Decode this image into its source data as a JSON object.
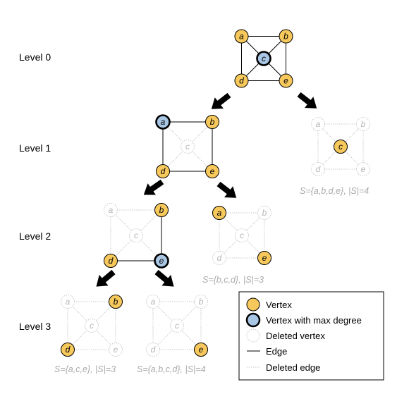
{
  "levels": [
    "Level 0",
    "Level 1",
    "Level 2",
    "Level 3"
  ],
  "colors": {
    "vertex": "#f7c95c",
    "max_degree": "#a9c6e4",
    "deleted": "#c8c8c8",
    "edge": "#000000"
  },
  "vertex_labels": [
    "a",
    "b",
    "c",
    "d",
    "e"
  ],
  "graphs": [
    {
      "id": "g0",
      "states": {
        "a": "v",
        "b": "v",
        "c": "m",
        "d": "v",
        "e": "v"
      },
      "caption": ""
    },
    {
      "id": "g1",
      "states": {
        "a": "m",
        "b": "v",
        "c": "x",
        "d": "v",
        "e": "v"
      },
      "caption": ""
    },
    {
      "id": "g1r",
      "states": {
        "a": "x",
        "b": "x",
        "c": "v",
        "d": "x",
        "e": "x"
      },
      "caption": "S={a,b,d,e}, |S|=4"
    },
    {
      "id": "g2l",
      "states": {
        "a": "x",
        "b": "v",
        "c": "x",
        "d": "v",
        "e": "m"
      },
      "caption": ""
    },
    {
      "id": "g2r",
      "states": {
        "a": "v",
        "b": "x",
        "c": "x",
        "d": "x",
        "e": "v"
      },
      "caption": "S={b,c,d}, |S|=3"
    },
    {
      "id": "g3l",
      "states": {
        "a": "x",
        "b": "v",
        "c": "x",
        "d": "v",
        "e": "x"
      },
      "caption": "S={a,c,e}, |S|=3"
    },
    {
      "id": "g3r",
      "states": {
        "a": "x",
        "b": "x",
        "c": "x",
        "d": "x",
        "e": "v"
      },
      "caption": "S={a,b,c,d}, |S|=4"
    }
  ],
  "edges": [
    [
      "a",
      "b"
    ],
    [
      "a",
      "d"
    ],
    [
      "b",
      "e"
    ],
    [
      "d",
      "e"
    ],
    [
      "a",
      "c"
    ],
    [
      "b",
      "c"
    ],
    [
      "c",
      "d"
    ],
    [
      "c",
      "e"
    ]
  ],
  "legend": {
    "vertex": "Vertex",
    "max_degree": "Vertex with max degree",
    "deleted_vertex": "Deleted vertex",
    "edge": "Edge",
    "deleted_edge": "Deleted edge"
  }
}
